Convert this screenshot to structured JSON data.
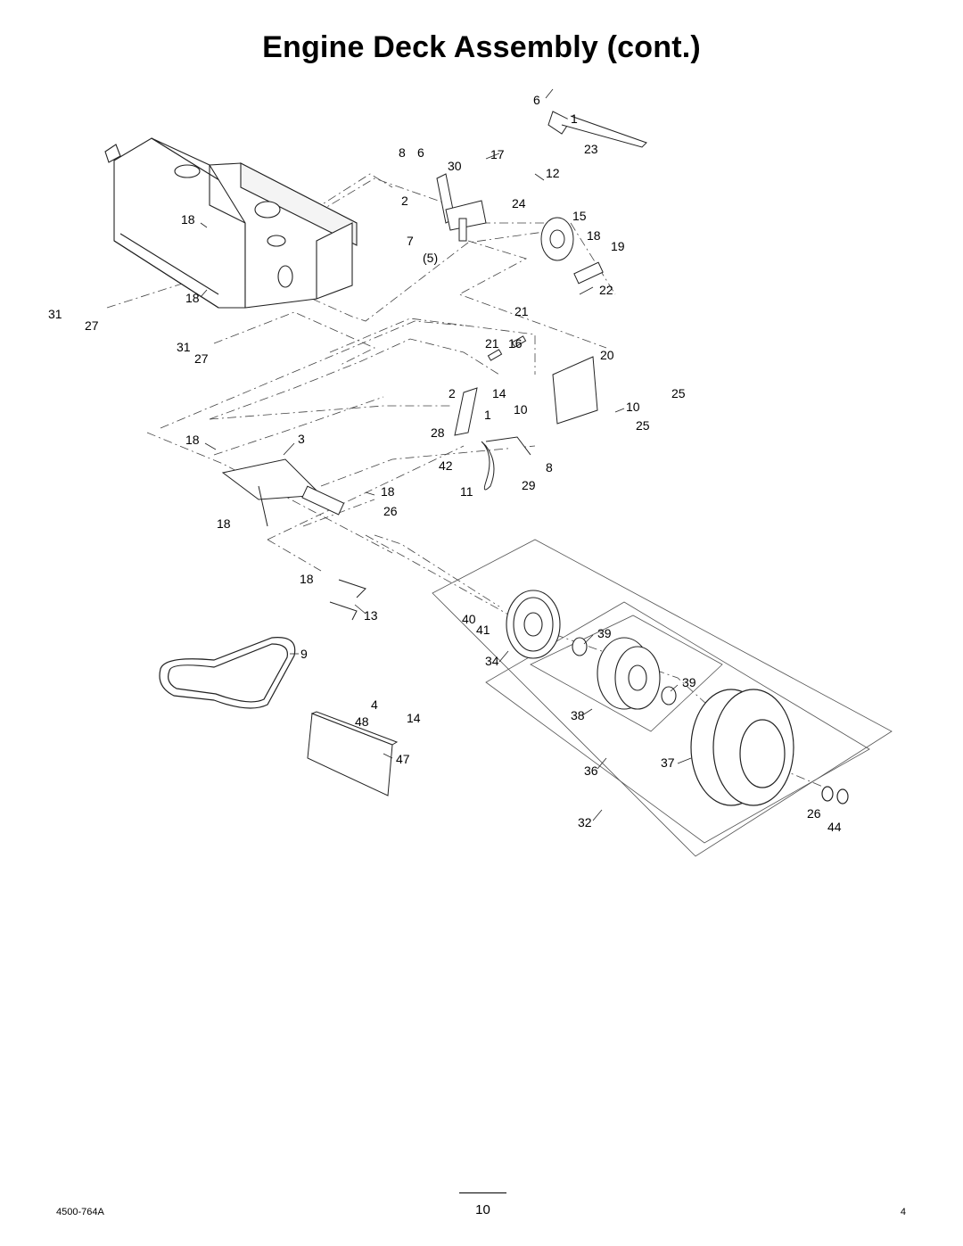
{
  "page": {
    "title": "Engine Deck Assembly (cont.)",
    "doc_number": "4500-764A",
    "page_number": "10",
    "revision": "4"
  },
  "callouts": [
    "6",
    "1",
    "23",
    "8",
    "6",
    "30",
    "17",
    "12",
    "2",
    "24",
    "15",
    "18",
    "19",
    "7",
    "(5)",
    "22",
    "18",
    "18",
    "31",
    "27",
    "21",
    "21",
    "16",
    "20",
    "31",
    "27",
    "2",
    "14",
    "25",
    "1",
    "10",
    "10",
    "25",
    "18",
    "3",
    "28",
    "42",
    "8",
    "11",
    "29",
    "18",
    "26",
    "18",
    "18",
    "13",
    "9",
    "40",
    "41",
    "39",
    "34",
    "39",
    "4",
    "48",
    "14",
    "38",
    "47",
    "37",
    "36",
    "26",
    "44",
    "32"
  ]
}
